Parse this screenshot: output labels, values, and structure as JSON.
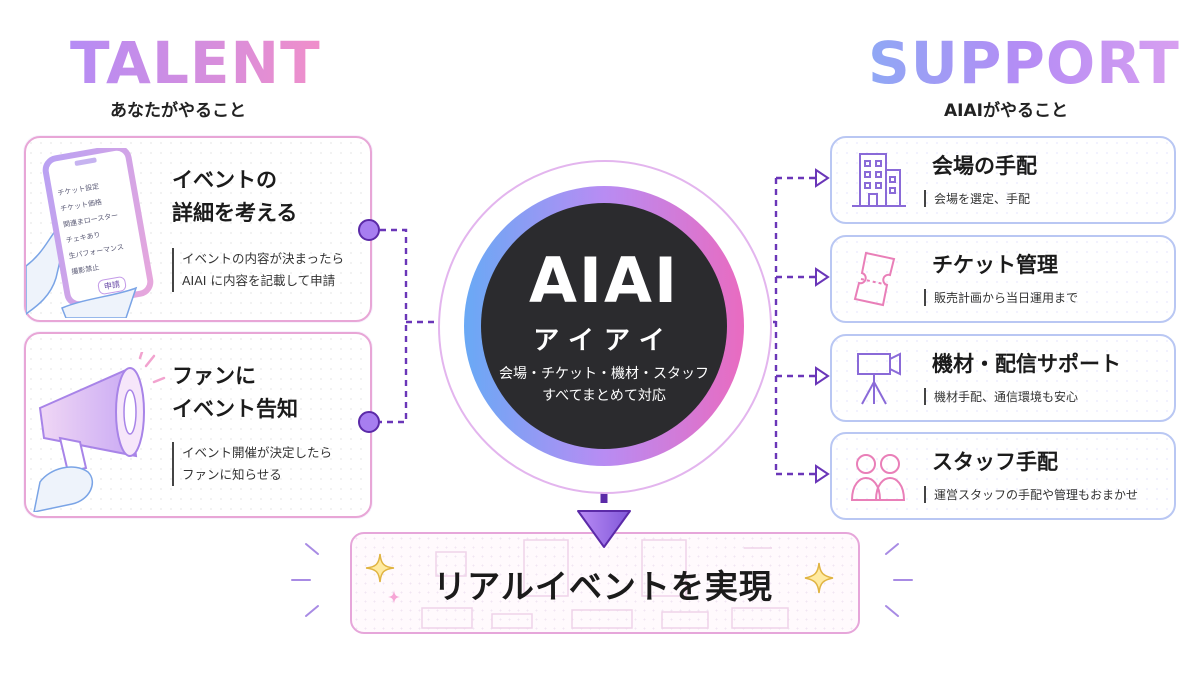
{
  "talent": {
    "title": "TALENT",
    "subtitle": "あなたがやること"
  },
  "support": {
    "title": "SUPPORT",
    "subtitle": "AIAIがやること"
  },
  "left_cards": {
    "plan": {
      "title_lines": [
        "イベントの",
        "詳細を考える"
      ],
      "desc_lines": [
        "イベントの内容が決まったら",
        "AIAI に内容を記載して申請"
      ],
      "phone_list": [
        "チケット設定",
        "チケット価格",
        "関連まロースター",
        "チェキあり",
        "生パフォーマンス",
        "撮影禁止"
      ],
      "phone_button": "申請"
    },
    "announce": {
      "title_lines": [
        "ファンに",
        "イベント告知"
      ],
      "desc_lines": [
        "イベント開催が決定したら",
        "ファンに知らせる"
      ]
    }
  },
  "center": {
    "logo": "AIAI",
    "logo_kana": "アイアイ",
    "caption_lines": [
      "会場・チケット・機材・スタッフ",
      "すべてまとめて対応"
    ]
  },
  "services": [
    {
      "title": "会場の手配",
      "desc": "会場を選定、手配",
      "icon": "building-icon"
    },
    {
      "title": "チケット管理",
      "desc": "販売計画から当日運用まで",
      "icon": "ticket-icon"
    },
    {
      "title": "機材・配信サポート",
      "desc": "機材手配、通信環境も安心",
      "icon": "camera-tripod-icon"
    },
    {
      "title": "スタッフ手配",
      "desc": "運営スタッフの手配や管理もおまかせ",
      "icon": "people-icon"
    }
  ],
  "result": {
    "text": "リアルイベントを実現"
  },
  "colors": {
    "purple": "#7b3fc4",
    "pink": "#e96bc0",
    "blue": "#69a9f5",
    "dark": "#2b2b2e"
  }
}
